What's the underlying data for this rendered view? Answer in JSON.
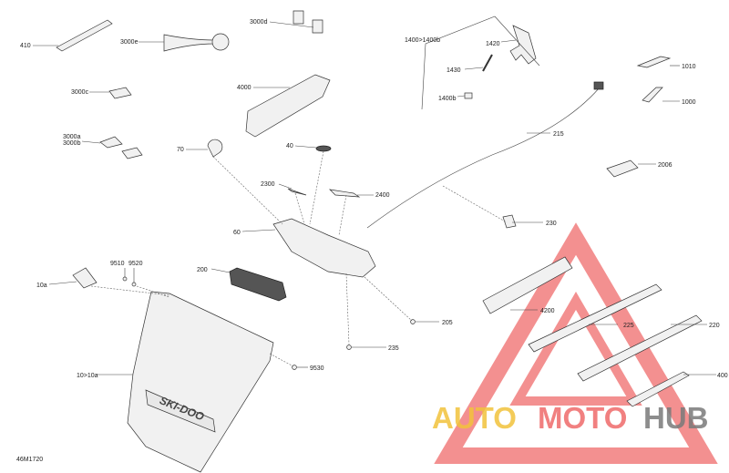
{
  "callouts": [
    {
      "id": "c410",
      "text": "410"
    },
    {
      "id": "c3000e",
      "text": "3000e"
    },
    {
      "id": "c3000d",
      "text": "3000d"
    },
    {
      "id": "c1400",
      "text": "1400>1400b"
    },
    {
      "id": "c1420",
      "text": "1420"
    },
    {
      "id": "c1430",
      "text": "1430"
    },
    {
      "id": "c1400b",
      "text": "1400b"
    },
    {
      "id": "c1010",
      "text": "1010"
    },
    {
      "id": "c1000",
      "text": "1000"
    },
    {
      "id": "c3000c",
      "text": "3000c"
    },
    {
      "id": "c4000",
      "text": "4000"
    },
    {
      "id": "c3000a",
      "text": "3000a"
    },
    {
      "id": "c3000b",
      "text": "3000b"
    },
    {
      "id": "c70",
      "text": "70"
    },
    {
      "id": "c40",
      "text": "40"
    },
    {
      "id": "c215",
      "text": "215"
    },
    {
      "id": "c2006",
      "text": "2006"
    },
    {
      "id": "c2300",
      "text": "2300"
    },
    {
      "id": "c2400",
      "text": "2400"
    },
    {
      "id": "c230",
      "text": "230"
    },
    {
      "id": "c60",
      "text": "60"
    },
    {
      "id": "c9510",
      "text": "9510"
    },
    {
      "id": "c9520",
      "text": "9520"
    },
    {
      "id": "c200",
      "text": "200"
    },
    {
      "id": "c10a",
      "text": "10a"
    },
    {
      "id": "c4200",
      "text": "4200"
    },
    {
      "id": "c225",
      "text": "225"
    },
    {
      "id": "c220",
      "text": "220"
    },
    {
      "id": "c205",
      "text": "205"
    },
    {
      "id": "c235",
      "text": "235"
    },
    {
      "id": "c10",
      "text": "10>10a"
    },
    {
      "id": "c9530",
      "text": "9530"
    },
    {
      "id": "c400",
      "text": "400"
    }
  ],
  "drawing_code": "46M1720",
  "brand_lettering": "SKI-DOO",
  "watermark": {
    "part1": "AUTO",
    "part2": "MOTO",
    "part3": "HUB",
    "color_yellow": "#f2c23c",
    "color_red": "#ef6b6b",
    "color_gray": "#7a7a7a"
  }
}
